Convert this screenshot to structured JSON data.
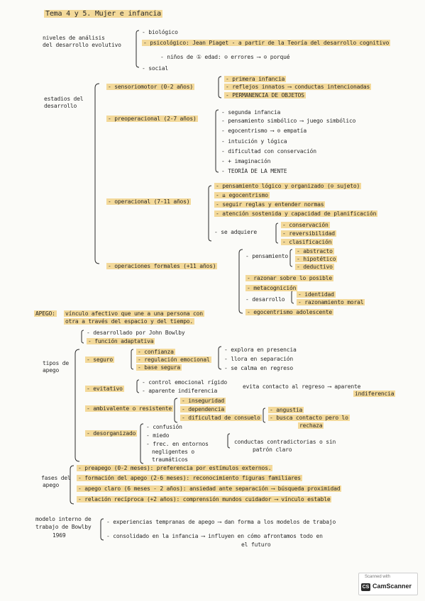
{
  "title": "Tema 4 y 5. Mujer e infancia",
  "niveles": {
    "label": [
      "niveles de análisis",
      "del desarrollo evolutivo"
    ],
    "biologico": "- biológico",
    "psicologico": "- psicológico: Jean Piaget - a partir de la Teoría del desarrollo cognitivo",
    "ninos": "- niños de ① edad: ⊙ errores ⟶ ⊙ porqué",
    "social": "- social"
  },
  "estadios": {
    "label": [
      "estadios del",
      "desarrollo"
    ],
    "sensoriomotor": {
      "head": "- sensoriomotor (0-2 años)",
      "items": [
        "- primera infancia",
        "- reflejos innatos ⟶ conductas intencionadas",
        "- PERMANENCIA DE OBJETOS"
      ]
    },
    "preoperacional": {
      "head": "- preoperacional (2-7 años)",
      "items": [
        "- segunda infancia",
        "- pensamiento simbólico ⟶ juego simbólico",
        "- egocentrismo ⟶ ⊙ empatía",
        "- intuición y lógica",
        "- dificultad con conservación",
        "- + imaginación",
        "- TEORÍA DE LA MENTE"
      ]
    },
    "operacional": {
      "head": "- operacional (7-11 años)",
      "items": [
        "- pensamiento lógico y organizado (⊙ sujeto)",
        "- ⇊ egocentrismo",
        "- seguir reglas y entender normas",
        "- atención sostenida y capacidad de planificación"
      ],
      "adquiere": "- se adquiere",
      "adquiere_items": [
        "- conservación",
        "- reversibilidad",
        "- clasificación"
      ]
    },
    "formales": {
      "head": "- operaciones formales (+11 años)",
      "pensamiento": "- pensamiento",
      "pensamiento_items": [
        "- abstracto",
        "- hipotético",
        "- deductivo"
      ],
      "items": [
        "- razonar sobre lo posible",
        "- metacognición"
      ],
      "desarrollo": "- desarrollo",
      "desarrollo_items": [
        "- identidad",
        "- razonamiento moral"
      ],
      "egocentrismo": "- egocentrismo adolescente"
    }
  },
  "apego": {
    "label": "APEGO:",
    "def": [
      "vínculo afectivo que une a una persona con",
      "otra a través del espacio y del tiempo."
    ],
    "items": [
      "- desarrollado por John Bowlby",
      "- función adaptativa"
    ]
  },
  "tipos": {
    "label": [
      "tipos de",
      "apego"
    ],
    "seguro": {
      "head": "- seguro",
      "sub": [
        "- confianza",
        "- regulación emocional",
        "- base segura"
      ],
      "res": [
        "- explora en presencia",
        "- llora en separación",
        "- se calma en regreso"
      ]
    },
    "evitativo": {
      "head": "- evitativo",
      "sub": [
        "- control emocional rígido",
        "- aparente indiferencia"
      ],
      "res": "evita contacto al regreso ⟶ aparente",
      "res2": "indiferencia"
    },
    "ambivalente": {
      "head": "- ambivalente o resistente",
      "sub": [
        "- inseguridad",
        "- dependencia",
        "- dificultad de consuelo"
      ],
      "res": [
        "- angustia",
        "- busca contacto pero lo",
        "rechaza"
      ]
    },
    "desorganizado": {
      "head": "- desorganizado",
      "sub": [
        "- confusión",
        "- miedo",
        "- frec. en entornos",
        "negligentes o",
        "traumáticos"
      ],
      "res": [
        "conductas contradictorias o sin",
        "patrón claro"
      ]
    }
  },
  "fases": {
    "label": [
      "fases del",
      "apego"
    ],
    "items": [
      "- preapego (0-2 meses): preferencia por estímulos externos.",
      "- formación del apego (2-6 meses): reconocimiento figuras familiares",
      "- apego claro (6 meses - 2 años): ansiedad ante separación ⟶ búsqueda proximidad",
      "- relación recíproca (+2 años): comprensión mundos cuidador ⟶ vínculo estable"
    ]
  },
  "modelo": {
    "label": [
      "modelo interno de",
      "trabajo de Bowlby",
      "1969"
    ],
    "items": [
      "- experiencias tempranas de apego ⟶ dan forma a los modelos de trabajo",
      "- consolidado en la infancia ⟶ influyen en cómo afrontamos todo en"
    ],
    "cont": "el futuro"
  },
  "scanner": {
    "top": "Scanned with",
    "name": "CamScanner"
  }
}
